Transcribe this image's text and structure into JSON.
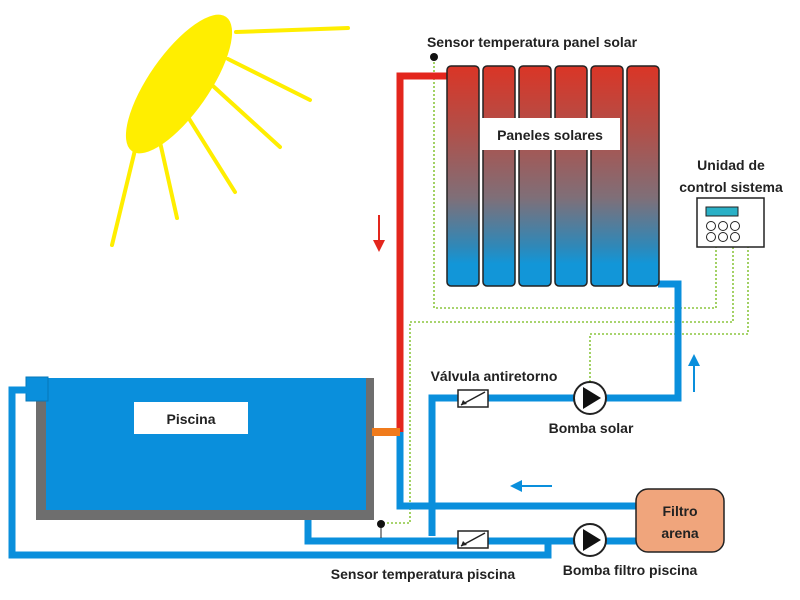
{
  "labels": {
    "panel_sensor": "Sensor temperatura panel solar",
    "panels": "Paneles solares",
    "control_unit_line1": "Unidad de",
    "control_unit_line2": "control sistema",
    "check_valve": "Válvula antiretorno",
    "solar_pump": "Bomba solar",
    "pool": "Piscina",
    "filter_line1": "Filtro",
    "filter_line2": "arena",
    "pool_sensor": "Sensor temperatura piscina",
    "filter_pump": "Bomba filtro piscina"
  },
  "colors": {
    "hot_pipe": "#e3261d",
    "cold_pipe": "#0a8fdc",
    "pool_water": "#0a8fdc",
    "pool_wall": "#6e6e6e",
    "sun": "#ffee00",
    "filter": "#f0a57c",
    "signal_wire": "#8cc63f",
    "panel_top": "#d93a2a",
    "panel_bottom": "#1496d6"
  }
}
